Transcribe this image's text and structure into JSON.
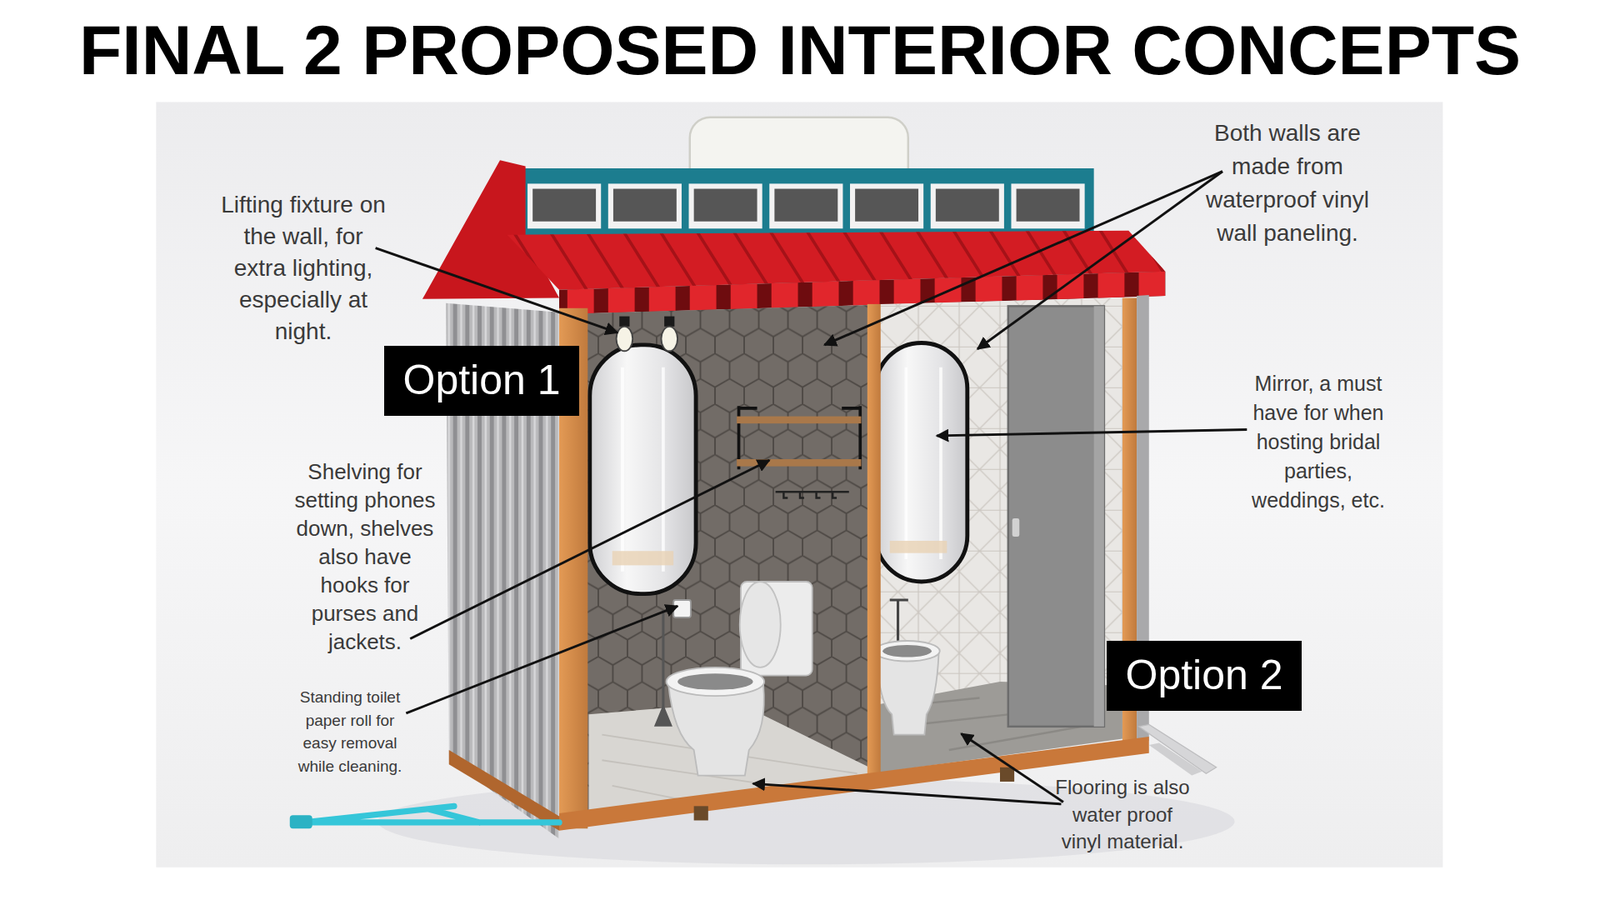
{
  "diagram": {
    "title": "FINAL 2 PROPOSED INTERIOR CONCEPTS",
    "nodes": [
      {
        "text": [
          "Option 1"
        ]
      },
      {
        "text": [
          "Option 2"
        ]
      }
    ],
    "labels": [
      "Lifting fixture on the wall, for extra lighting, especially at night.",
      "Both walls are made from waterproof vinyl wall paneling.",
      "Shelving for setting phones down, shelves also have hooks for purses and jackets.",
      "Mirror, a must have for when hosting bridal parties, weddings, etc.",
      "Standing toilet paper roll for easy removal while cleaning.",
      "Flooring is also water proof vinyl material."
    ]
  }
}
